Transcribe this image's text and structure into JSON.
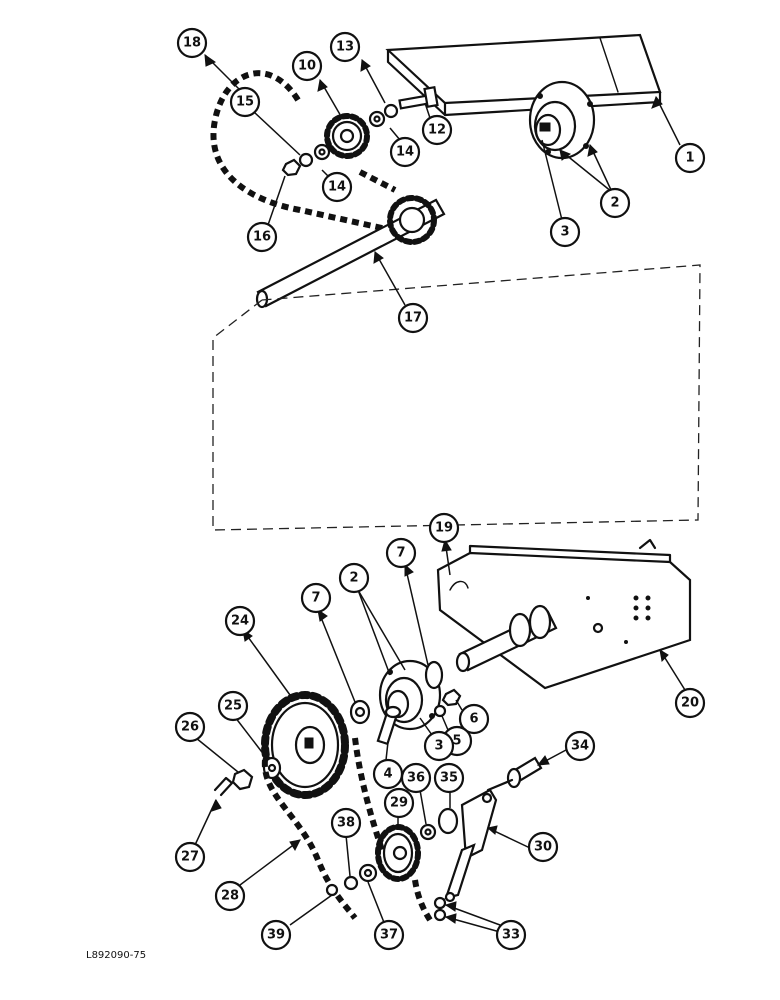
{
  "figure_code": "L892090-75",
  "callouts": [
    {
      "id": "c1",
      "label": "1"
    },
    {
      "id": "c2a",
      "label": "2"
    },
    {
      "id": "c3a",
      "label": "3"
    },
    {
      "id": "c10",
      "label": "10"
    },
    {
      "id": "c12",
      "label": "12"
    },
    {
      "id": "c13",
      "label": "13"
    },
    {
      "id": "c14a",
      "label": "14"
    },
    {
      "id": "c14b",
      "label": "14"
    },
    {
      "id": "c15",
      "label": "15"
    },
    {
      "id": "c16",
      "label": "16"
    },
    {
      "id": "c17",
      "label": "17"
    },
    {
      "id": "c18",
      "label": "18"
    },
    {
      "id": "c19",
      "label": "19"
    },
    {
      "id": "c20",
      "label": "20"
    },
    {
      "id": "c7a",
      "label": "7"
    },
    {
      "id": "c2b",
      "label": "2"
    },
    {
      "id": "c7b",
      "label": "7"
    },
    {
      "id": "c24",
      "label": "24"
    },
    {
      "id": "c25",
      "label": "25"
    },
    {
      "id": "c26",
      "label": "26"
    },
    {
      "id": "c6",
      "label": "6"
    },
    {
      "id": "c5",
      "label": "5"
    },
    {
      "id": "c3b",
      "label": "3"
    },
    {
      "id": "c4",
      "label": "4"
    },
    {
      "id": "c34",
      "label": "34"
    },
    {
      "id": "c36",
      "label": "36"
    },
    {
      "id": "c35",
      "label": "35"
    },
    {
      "id": "c29",
      "label": "29"
    },
    {
      "id": "c30",
      "label": "30"
    },
    {
      "id": "c27",
      "label": "27"
    },
    {
      "id": "c38",
      "label": "38"
    },
    {
      "id": "c28",
      "label": "28"
    },
    {
      "id": "c39",
      "label": "39"
    },
    {
      "id": "c37",
      "label": "37"
    },
    {
      "id": "c33",
      "label": "33"
    }
  ]
}
